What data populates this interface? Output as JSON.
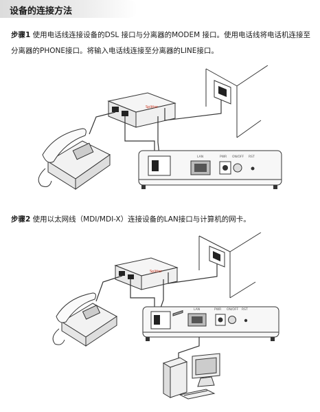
{
  "header": {
    "title": "设备的连接方法"
  },
  "step1": {
    "label": "步骤1",
    "text": " 使用电话线连接设备的DSL 接口与分离器的MODEM 接口。使用电话线将电话机连接至分离器的PHONE接口。将输入电话线连接至分离器的LINE接口。"
  },
  "step2": {
    "label": "步骤2",
    "text": " 使用以太网线（MDI/MDI-X）连接设备的LAN接口与计算机的网卡。"
  },
  "device_ports": {
    "lan": "LAN",
    "pwr": "PWR",
    "onoff": "ON/OFF",
    "rst": "RST"
  }
}
